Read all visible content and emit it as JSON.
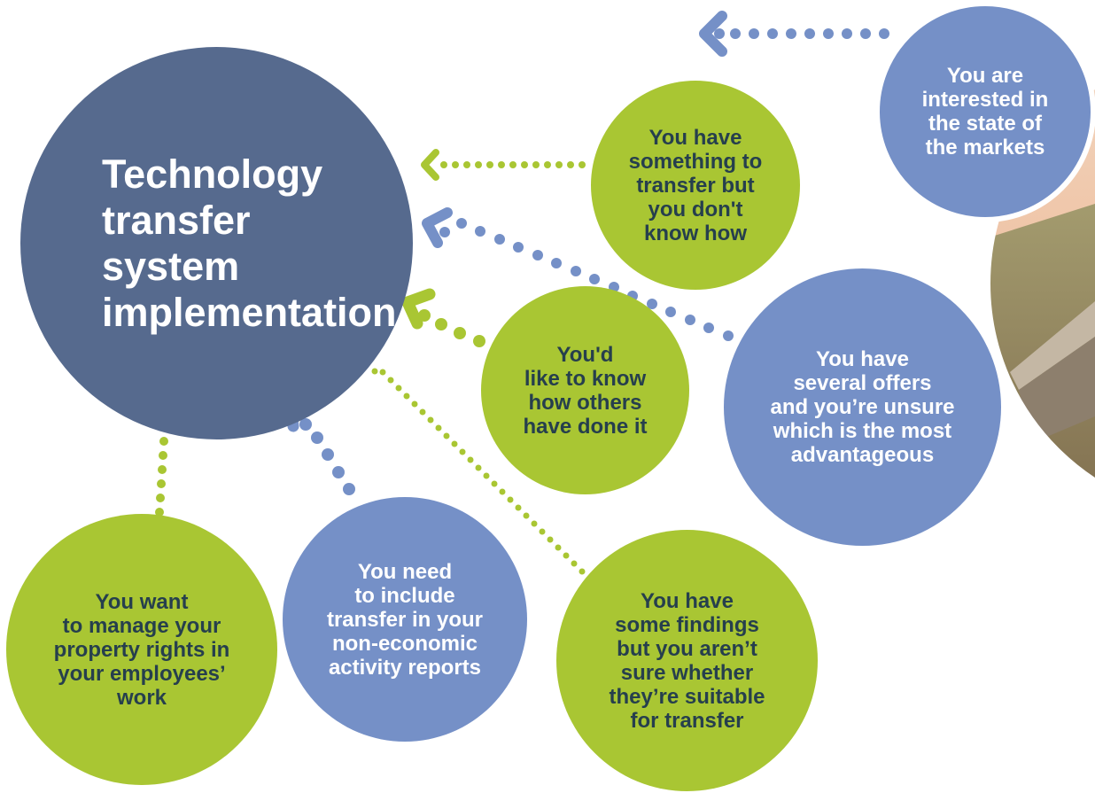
{
  "colors": {
    "central": "#566a8e",
    "blue": "#7590c7",
    "green": "#a9c633",
    "green_text": "#263f4d",
    "blue_text": "#ffffff",
    "connector_blue": "#7590c7",
    "connector_green": "#a9c633"
  },
  "central": {
    "title": "Technology\ntransfer\nsystem\nimplementation"
  },
  "nodes": [
    {
      "id": "markets",
      "color": "blue",
      "text": "You are\ninterested in\nthe state of\nthe markets"
    },
    {
      "id": "something",
      "color": "green",
      "text": "You have\nsomething to\ntransfer but\nyou don't\nknow how"
    },
    {
      "id": "offers",
      "color": "blue",
      "text": "You have\nseveral offers\nand you’re unsure\nwhich is the most\nadvantageous"
    },
    {
      "id": "others",
      "color": "green",
      "text": "You'd\nlike to know\nhow others\nhave done it"
    },
    {
      "id": "findings",
      "color": "green",
      "text": "You have\nsome findings\nbut you aren’t\nsure whether\nthey’re suitable\nfor transfer"
    },
    {
      "id": "reports",
      "color": "blue",
      "text": "You need\nto include\ntransfer in your\nnon-economic\nactivity reports"
    },
    {
      "id": "rights",
      "color": "green",
      "text": "You want\nto manage your\nproperty rights in\nyour employees’\nwork"
    }
  ]
}
